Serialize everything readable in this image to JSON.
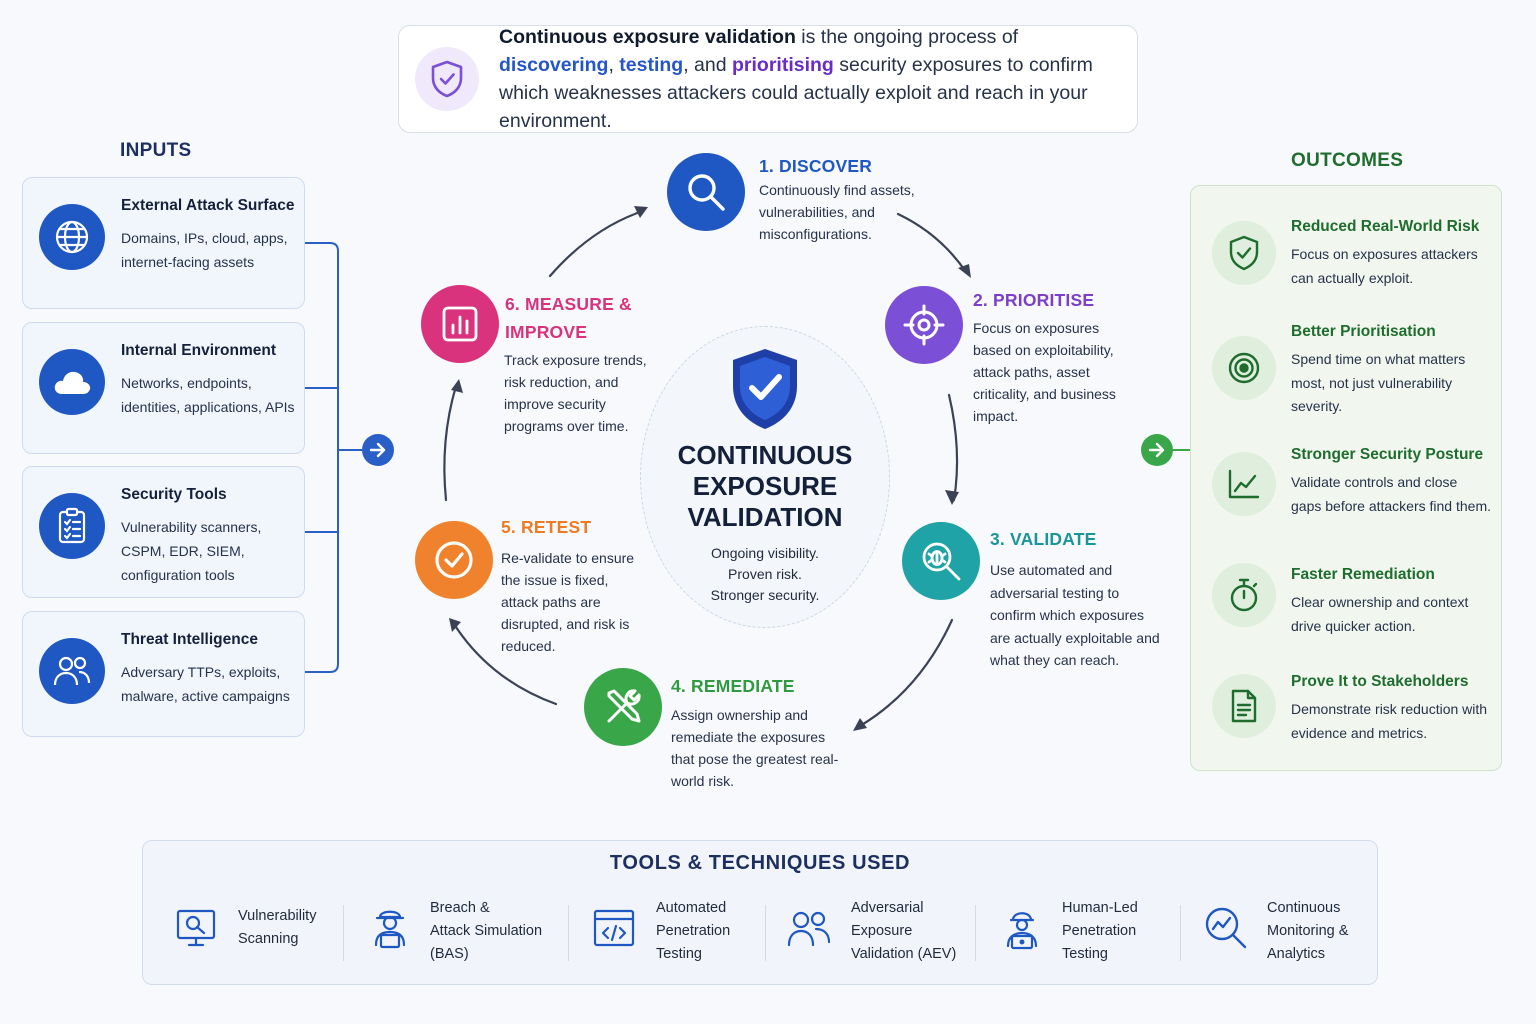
{
  "definition": {
    "lead": "Continuous exposure validation",
    "t1": " is the ongoing process of ",
    "discovering": "discovering",
    "t2": ", ",
    "testing": "testing",
    "t3": ", and ",
    "prioritising": "prioritising",
    "t4": " security exposures to confirm which weaknesses attackers could actually exploit and reach in your environment.",
    "icon": "shield-check-icon"
  },
  "inputs": {
    "title": "INPUTS",
    "items": [
      {
        "title": "External Attack Surface",
        "desc": "Domains, IPs, cloud, apps, internet-facing assets",
        "icon": "globe-icon"
      },
      {
        "title": "Internal Environment",
        "desc": "Networks, endpoints, identities, applications, APIs",
        "icon": "cloud-icon"
      },
      {
        "title": "Security Tools",
        "desc": "Vulnerability scanners, CSPM, EDR, SIEM, configuration tools",
        "icon": "clipboard-icon"
      },
      {
        "title": "Threat Intelligence",
        "desc": "Adversary TTPs, exploits, malware, active campaigns",
        "icon": "users-icon"
      }
    ]
  },
  "center": {
    "title_line1": "CONTINUOUS",
    "title_line2": "EXPOSURE",
    "title_line3": "VALIDATION",
    "sub1": "Ongoing visibility.",
    "sub2": "Proven risk.",
    "sub3": "Stronger security."
  },
  "steps": [
    {
      "title": "1. DISCOVER",
      "desc": "Continuously find assets, vulnerabilities, and misconfigurations.",
      "color": "#1f57c3",
      "icon": "magnifier-icon"
    },
    {
      "title": "2. PRIORITISE",
      "desc": "Focus on exposures based on exploitability, attack paths, asset criticality, and business impact.",
      "color": "#7b4fd6",
      "icon": "crosshair-icon"
    },
    {
      "title": "3. VALIDATE",
      "desc": "Use automated and adversarial testing to confirm which exposures are actually exploitable and what they can reach.",
      "color": "#1fa3a6",
      "icon": "bug-search-icon"
    },
    {
      "title": "4. REMEDIATE",
      "desc": "Assign ownership and remediate the exposures that pose the greatest real-world risk.",
      "color": "#3aa64a",
      "icon": "tools-icon"
    },
    {
      "title": "5. RETEST",
      "desc": "Re-validate to ensure the issue is fixed, attack paths are disrupted, and risk is reduced.",
      "color": "#f0822e",
      "icon": "check-circle-icon"
    },
    {
      "title_line1": "6. MEASURE &",
      "title_line2": "IMPROVE",
      "desc": "Track exposure trends, risk reduction, and improve security programs over time.",
      "color": "#d9337d",
      "icon": "bar-chart-icon"
    }
  ],
  "outcomes": {
    "title": "OUTCOMES",
    "items": [
      {
        "title": "Reduced Real-World Risk",
        "desc": "Focus on exposures attackers can actually exploit.",
        "icon": "shield-check-icon"
      },
      {
        "title": "Better Prioritisation",
        "desc": "Spend time on what matters most, not just vulnerability severity.",
        "icon": "target-icon"
      },
      {
        "title": "Stronger Security Posture",
        "desc": "Validate controls and close gaps before attackers find them.",
        "icon": "trend-chart-icon"
      },
      {
        "title": "Faster Remediation",
        "desc": "Clear ownership and context drive quicker action.",
        "icon": "stopwatch-icon"
      },
      {
        "title": "Prove It to Stakeholders",
        "desc": "Demonstrate risk reduction with evidence and metrics.",
        "icon": "document-icon"
      }
    ]
  },
  "tools": {
    "title": "TOOLS & TECHNIQUES USED",
    "items": [
      {
        "l1": "Vulnerability",
        "l2": "Scanning",
        "l3": "",
        "icon": "monitor-scan-icon"
      },
      {
        "l1": "Breach &",
        "l2": "Attack Simulation",
        "l3": "(BAS)",
        "icon": "hacker-icon"
      },
      {
        "l1": "Automated",
        "l2": "Penetration",
        "l3": "Testing",
        "icon": "code-window-icon"
      },
      {
        "l1": "Adversarial",
        "l2": "Exposure",
        "l3": "Validation (AEV)",
        "icon": "people-icon"
      },
      {
        "l1": "Human-Led",
        "l2": "Penetration",
        "l3": "Testing",
        "icon": "analyst-icon"
      },
      {
        "l1": "Continuous",
        "l2": "Monitoring &",
        "l3": "Analytics",
        "icon": "analytics-search-icon"
      }
    ]
  },
  "colors": {
    "accent_blue": "#1f57c3",
    "outcome_green": "#1f6d2e"
  }
}
